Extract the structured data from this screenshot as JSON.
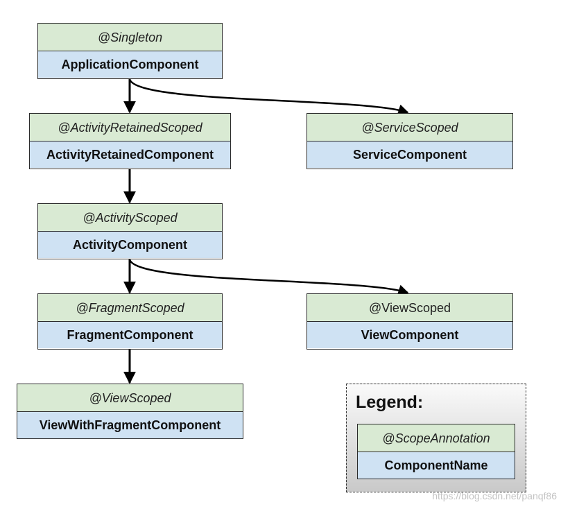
{
  "nodes": {
    "application": {
      "scope": "@Singleton",
      "component": "ApplicationComponent"
    },
    "activity_retained": {
      "scope": "@ActivityRetainedScoped",
      "component": "ActivityRetainedComponent"
    },
    "service": {
      "scope": "@ServiceScoped",
      "component": "ServiceComponent"
    },
    "activity": {
      "scope": "@ActivityScoped",
      "component": "ActivityComponent"
    },
    "fragment": {
      "scope": "@FragmentScoped",
      "component": "FragmentComponent"
    },
    "view": {
      "scope": "@ViewScoped",
      "component": "ViewComponent"
    },
    "view_with_fragment": {
      "scope": "@ViewScoped",
      "component": "ViewWithFragmentComponent"
    }
  },
  "edges": [
    {
      "from": "ApplicationComponent",
      "to": "ActivityRetainedComponent"
    },
    {
      "from": "ApplicationComponent",
      "to": "ServiceComponent"
    },
    {
      "from": "ActivityRetainedComponent",
      "to": "ActivityComponent"
    },
    {
      "from": "ActivityComponent",
      "to": "FragmentComponent"
    },
    {
      "from": "ActivityComponent",
      "to": "ViewComponent"
    },
    {
      "from": "FragmentComponent",
      "to": "ViewWithFragmentComponent"
    }
  ],
  "legend": {
    "title": "Legend:",
    "scope": "@ScopeAnnotation",
    "component": "ComponentName"
  },
  "watermark": "https://blog.csdn.net/panqf86",
  "colors": {
    "scope_fill": "#d9ead3",
    "component_fill": "#cfe2f3",
    "border": "#2b2b2b",
    "edge": "#000000"
  }
}
